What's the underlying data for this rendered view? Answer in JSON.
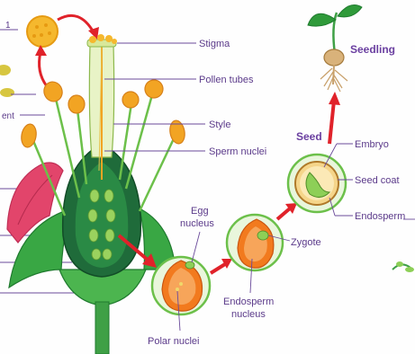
{
  "labels": {
    "stigma": "Stigma",
    "pollen_tubes": "Pollen tubes",
    "style": "Style",
    "sperm_nuclei": "Sperm nuclei",
    "egg_nucleus_line1": "Egg",
    "egg_nucleus_line2": "nucleus",
    "zygote": "Zygote",
    "seed": "Seed",
    "embryo": "Embryo",
    "seed_coat": "Seed coat",
    "endosperm": "Endosperm",
    "endosperm_nucleus_line1": "Endosperm",
    "endosperm_nucleus_line2": "nucleus",
    "polar_nuclei": "Polar nuclei",
    "seedling": "Seedling",
    "cut_left_1": "1",
    "cut_left_2": "ent"
  },
  "colors": {
    "label_text": "#5b3a8a",
    "arrow": "#e0222a",
    "petal": "#e2456b",
    "leaf": "#2f9a3a",
    "ovary": "#1f6b3a",
    "anther": "#f2a423",
    "pollen": "#f5b82e"
  }
}
